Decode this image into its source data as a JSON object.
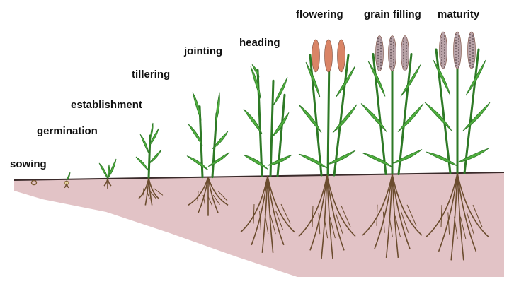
{
  "diagram": {
    "stages": [
      {
        "id": "sowing",
        "label": "sowing"
      },
      {
        "id": "germination",
        "label": "germination"
      },
      {
        "id": "establishment",
        "label": "establishment"
      },
      {
        "id": "tillering",
        "label": "tillering"
      },
      {
        "id": "jointing",
        "label": "jointing"
      },
      {
        "id": "heading",
        "label": "heading"
      },
      {
        "id": "flowering",
        "label": "flowering"
      },
      {
        "id": "grain_filling",
        "label": "grain filling"
      },
      {
        "id": "maturity",
        "label": "maturity"
      }
    ]
  },
  "colors": {
    "soil": "#e2c3c6",
    "soil_line": "#3a2a2a",
    "leaf": "#4fae3e",
    "leaf_dark": "#2e7a26",
    "root": "#6b4c2e",
    "flower_head": "#d98466",
    "grain_head": "#b9a3a8",
    "text": "#111111"
  }
}
